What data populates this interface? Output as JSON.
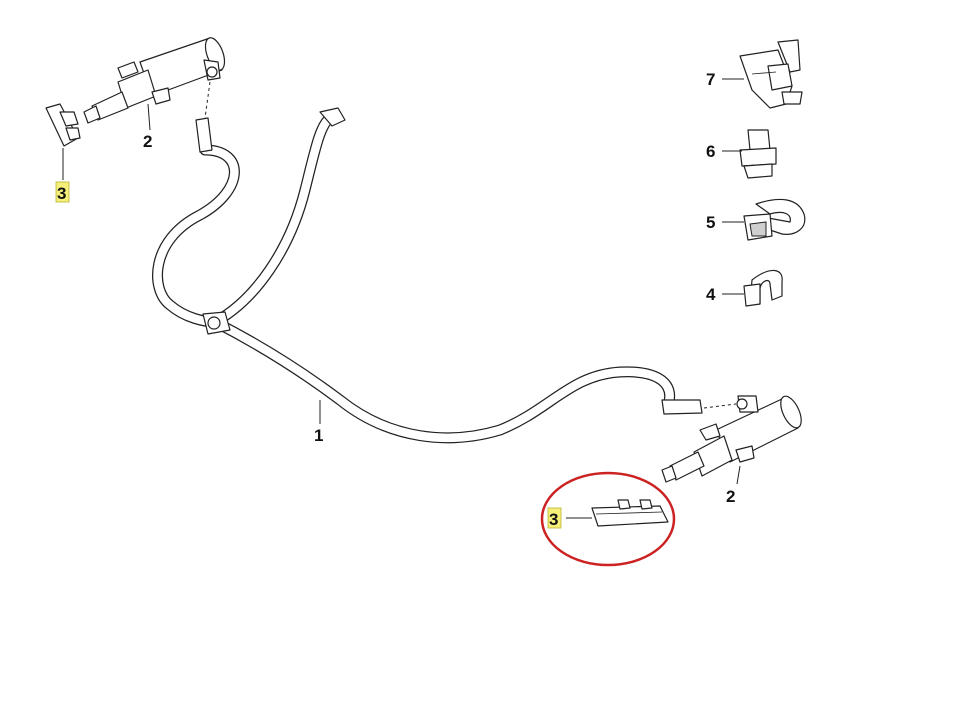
{
  "diagram": {
    "callouts": {
      "hose": "1",
      "pump_left": "2",
      "pump_right": "2",
      "cap_left": "3",
      "cap_right": "3",
      "clip_4": "4",
      "clip_5": "5",
      "clip_6": "6",
      "clip_7": "7"
    },
    "highlight_color": "#f5f07a",
    "circle_color": "#cc2222"
  }
}
